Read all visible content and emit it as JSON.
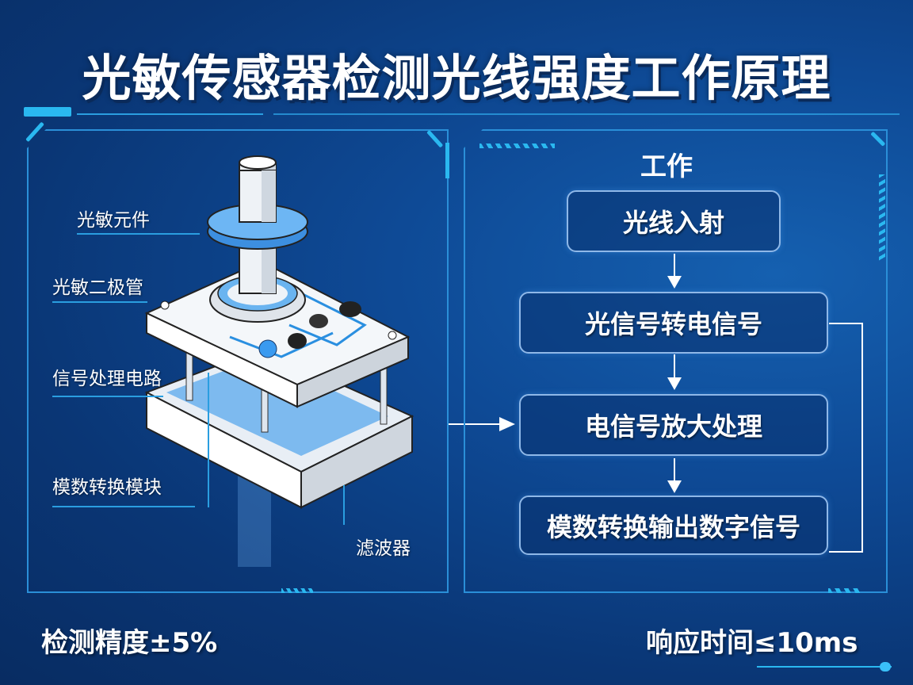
{
  "title": "光敏传感器检测光线强度工作原理",
  "left_panel": {
    "component_labels": [
      {
        "id": "photosensitive-element",
        "text": "光敏元件"
      },
      {
        "id": "photodiode",
        "text": "光敏二极管"
      },
      {
        "id": "signal-processing-circuit",
        "text": "信号处理电路"
      },
      {
        "id": "adc-module",
        "text": "模数转换模块"
      },
      {
        "id": "filter",
        "text": "滤波器"
      }
    ]
  },
  "right_panel": {
    "heading": "工作",
    "flow_steps": [
      {
        "text": "光线入射"
      },
      {
        "text": "光信号转电信号"
      },
      {
        "text": "电信号放大处理"
      },
      {
        "text": "模数转换输出数字信号"
      }
    ]
  },
  "footer": {
    "accuracy": "检测精度±5%",
    "response_time": "响应时间≤10ms"
  },
  "colors": {
    "background": "#0b3a7e",
    "accent": "#2ab8f0",
    "panel_border": "#2a8fd8",
    "text": "#ffffff"
  }
}
